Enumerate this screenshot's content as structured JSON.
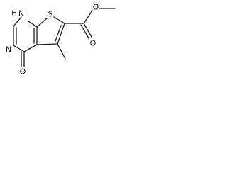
{
  "molecule": {
    "atoms": {
      "nh": "N",
      "nh_h": "H",
      "s": "S",
      "n": "N",
      "o_keto": "O",
      "o_carbonyl": "O",
      "o_ester": "O"
    }
  }
}
